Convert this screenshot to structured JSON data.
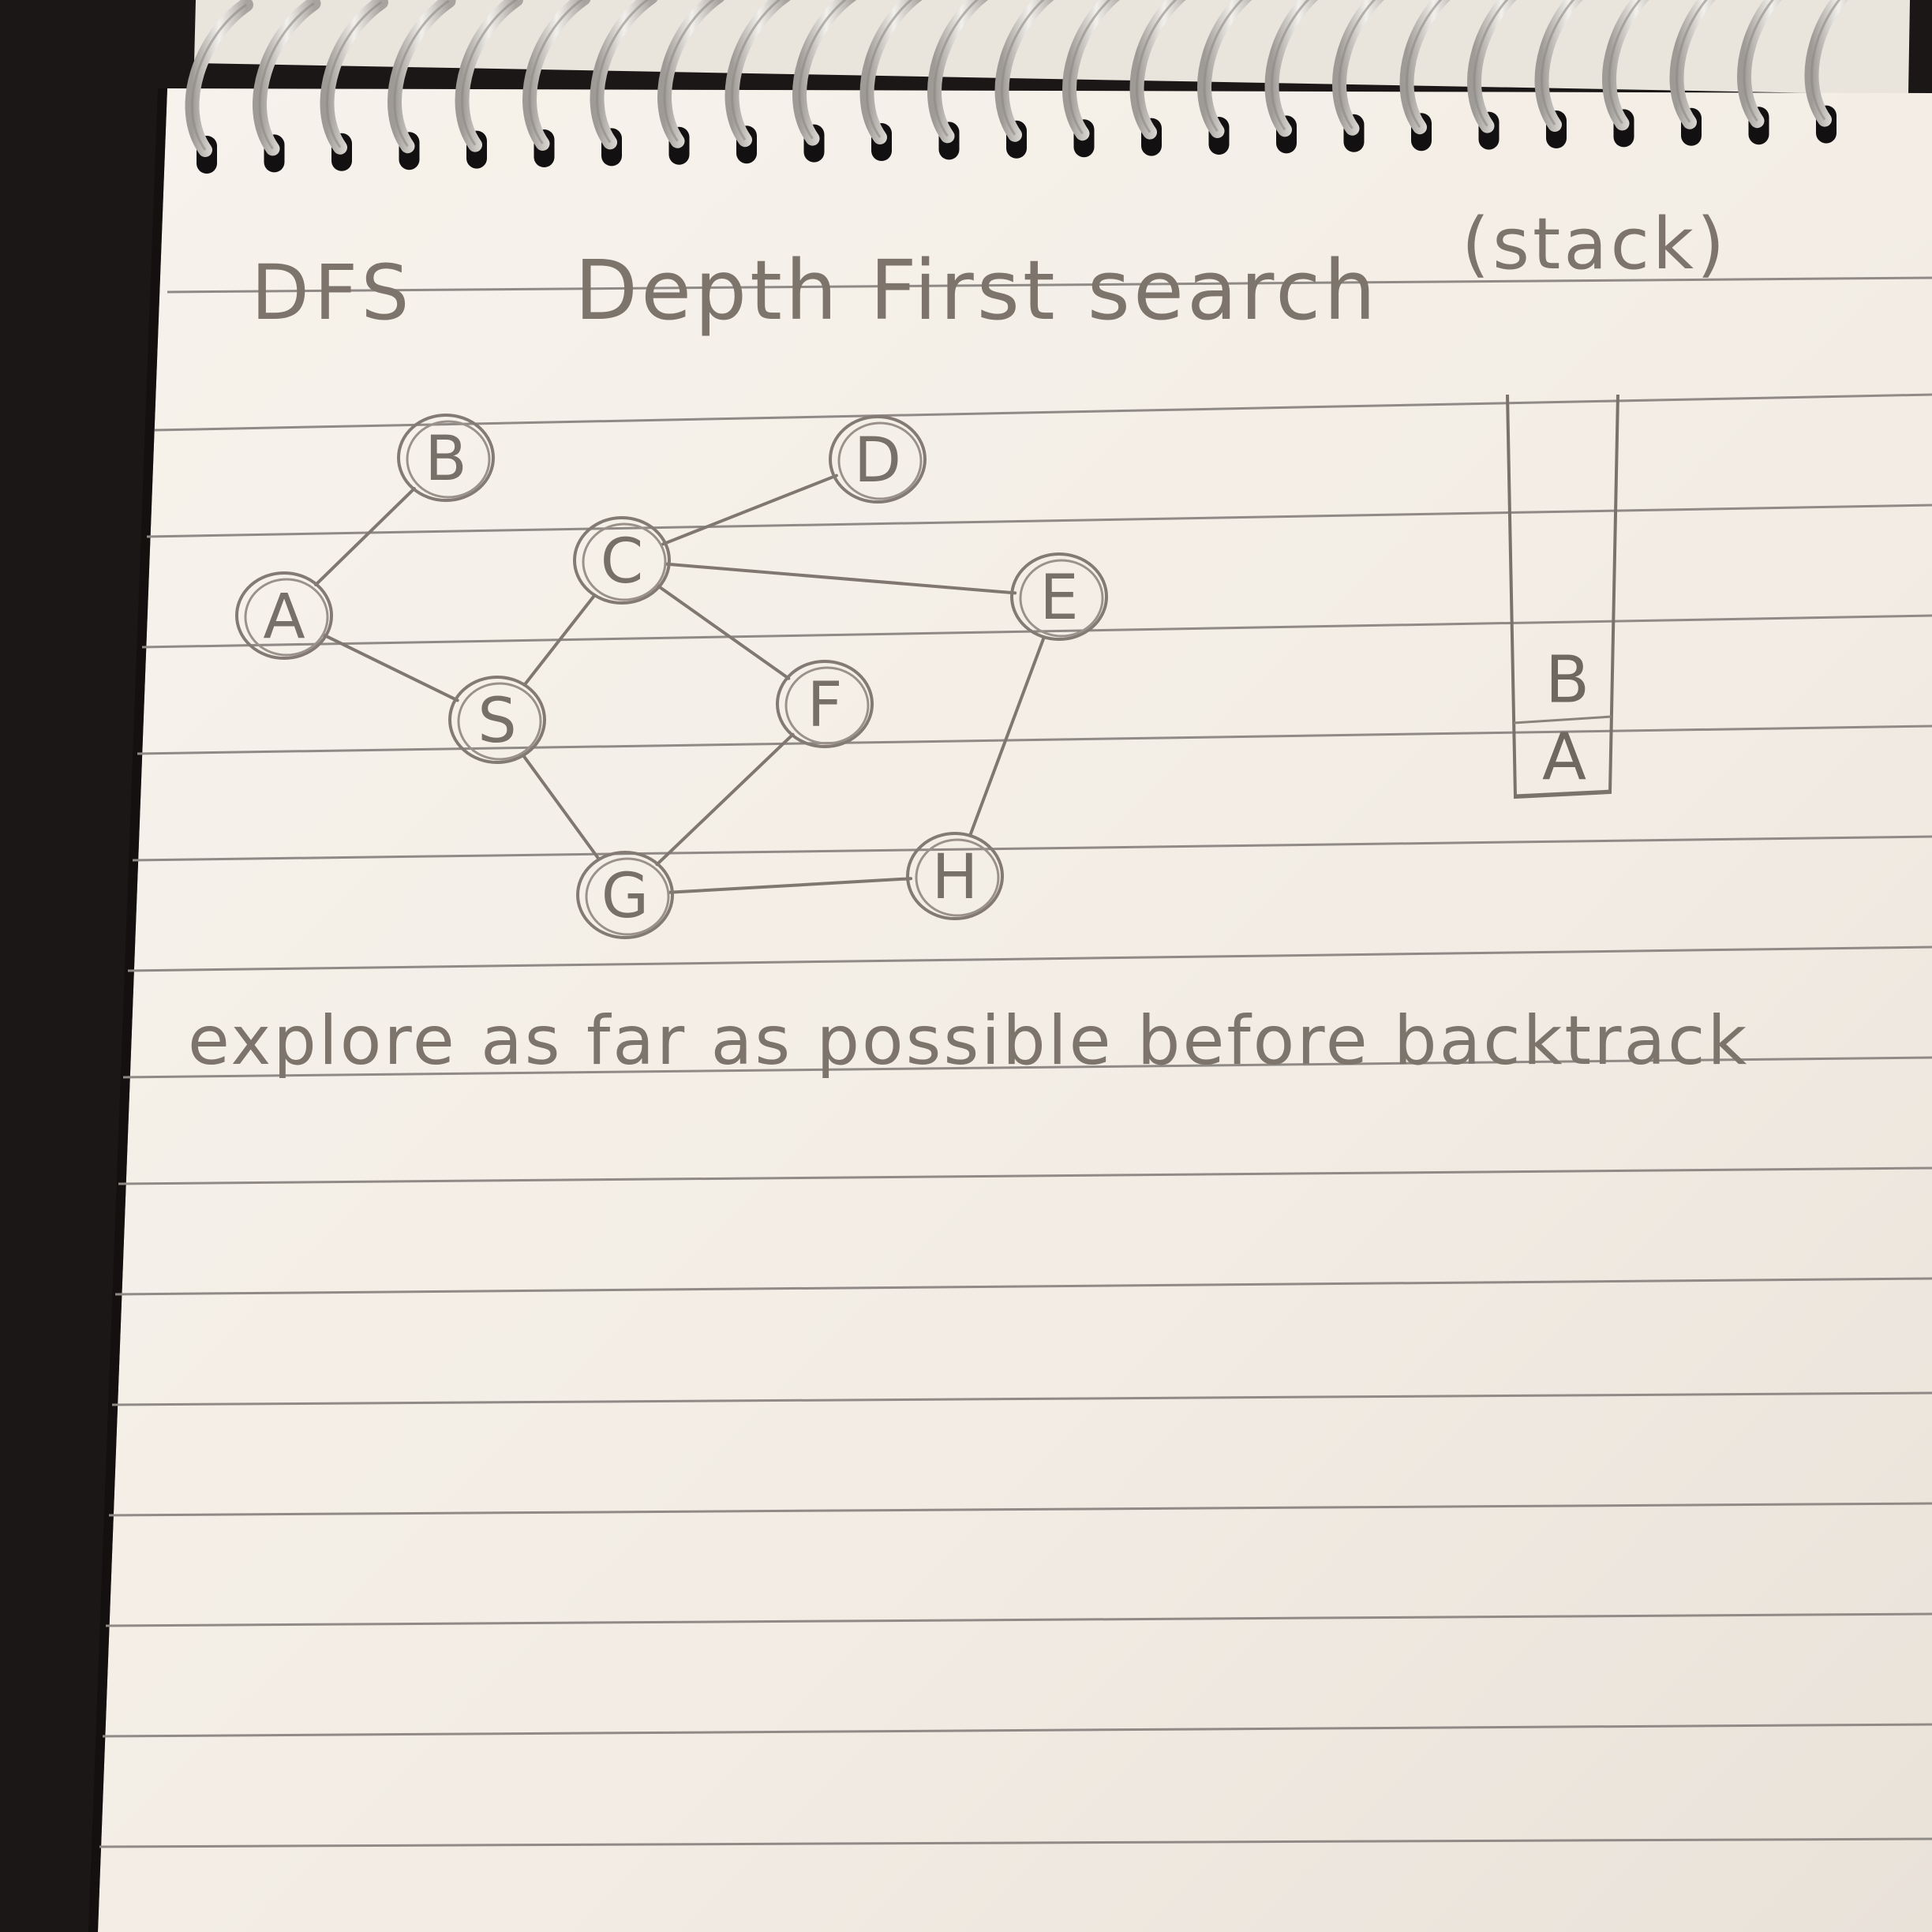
{
  "notebook": {
    "heading": {
      "abbrev": "DFS",
      "title": "Depth First search",
      "note": "(stack)"
    },
    "footnote": "explore as far as possible before backtrack"
  },
  "graph": {
    "nodes": [
      {
        "id": "A",
        "label": "A"
      },
      {
        "id": "B",
        "label": "B"
      },
      {
        "id": "C",
        "label": "C"
      },
      {
        "id": "D",
        "label": "D"
      },
      {
        "id": "E",
        "label": "E"
      },
      {
        "id": "S",
        "label": "S"
      },
      {
        "id": "F",
        "label": "F"
      },
      {
        "id": "G",
        "label": "G"
      },
      {
        "id": "H",
        "label": "H"
      }
    ],
    "edges": [
      [
        "A",
        "B"
      ],
      [
        "A",
        "S"
      ],
      [
        "S",
        "C"
      ],
      [
        "C",
        "D"
      ],
      [
        "C",
        "E"
      ],
      [
        "C",
        "F"
      ],
      [
        "S",
        "G"
      ],
      [
        "F",
        "G"
      ],
      [
        "G",
        "H"
      ],
      [
        "E",
        "H"
      ]
    ]
  },
  "stack": {
    "items": [
      "B",
      "A"
    ]
  },
  "colors": {
    "paper": "#f4efe8",
    "pencil": "#7d746c",
    "rule": "#8f8a86",
    "background": "#1b1716"
  }
}
